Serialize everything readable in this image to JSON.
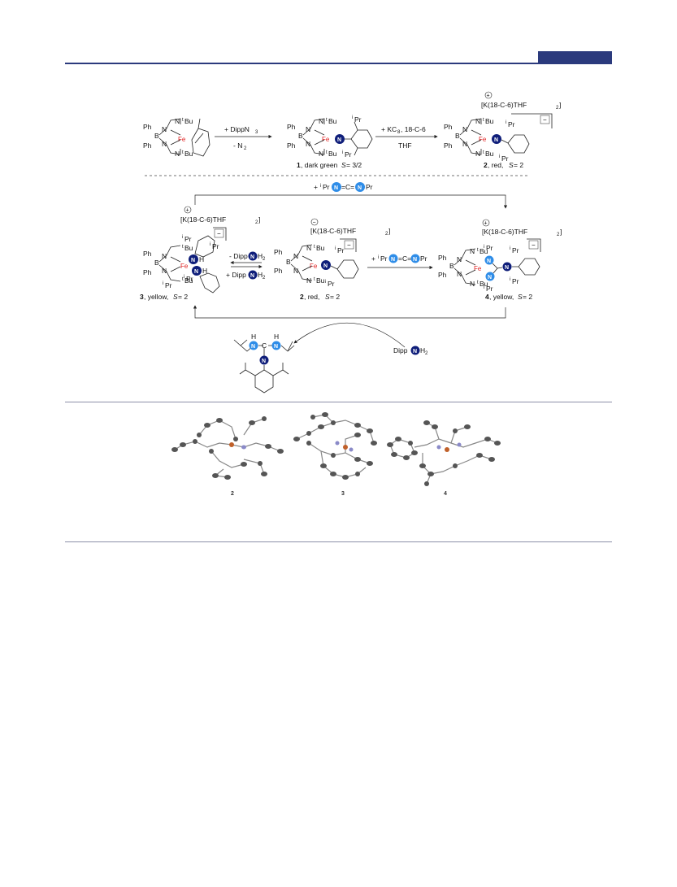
{
  "scheme": {
    "reagents": {
      "step1_top": "+ DippN",
      "step1_top_sub": "3",
      "step1_bottom": "- N",
      "step1_bottom_sub": "2",
      "step2_top": "+ KC",
      "step2_top_sub": "8",
      "step2_top_rest": ", 18-C-6",
      "step2_bottom": "THF",
      "carbodiimide_pre": "+",
      "carbodiimide_ipr": "i",
      "carbodiimide_pr": "Pr",
      "carbodiimide_c": "=C=",
      "minus_dippnh2": "- Dipp",
      "plus_dippnh2": "+ Dipp",
      "h2": "H",
      "h2_sub": "2",
      "dipp_nh2": "Dipp",
      "k_salt": "[K(18-C-6)THF",
      "k_salt_sub": "2",
      "k_salt_close": "]"
    },
    "atoms": {
      "ph": "Ph",
      "b": "B",
      "n": "N",
      "fe": "Fe",
      "tbu": "Bu",
      "t": "t",
      "ipr": "Pr",
      "i": "i",
      "h": "H",
      "c": "C"
    },
    "compound_labels": {
      "c1_num": "1",
      "c1_text": ", dark green",
      "c1_spin": "S",
      "c1_spin_val": " = 3/2",
      "c2_num": "2",
      "c2_text": ", red,",
      "c2_spin": "S",
      "c2_spin_val": " = 2",
      "c3_num": "3",
      "c3_text": ", yellow,",
      "c3_spin": "S",
      "c3_spin_val": " = 2",
      "c4_num": "4",
      "c4_text": ", yellow,",
      "c4_spin": "S",
      "c4_spin_val": " = 2"
    },
    "charges": {
      "plus": "+",
      "minus": "−"
    }
  },
  "structures": {
    "labels": [
      "2",
      "3",
      "4"
    ]
  }
}
